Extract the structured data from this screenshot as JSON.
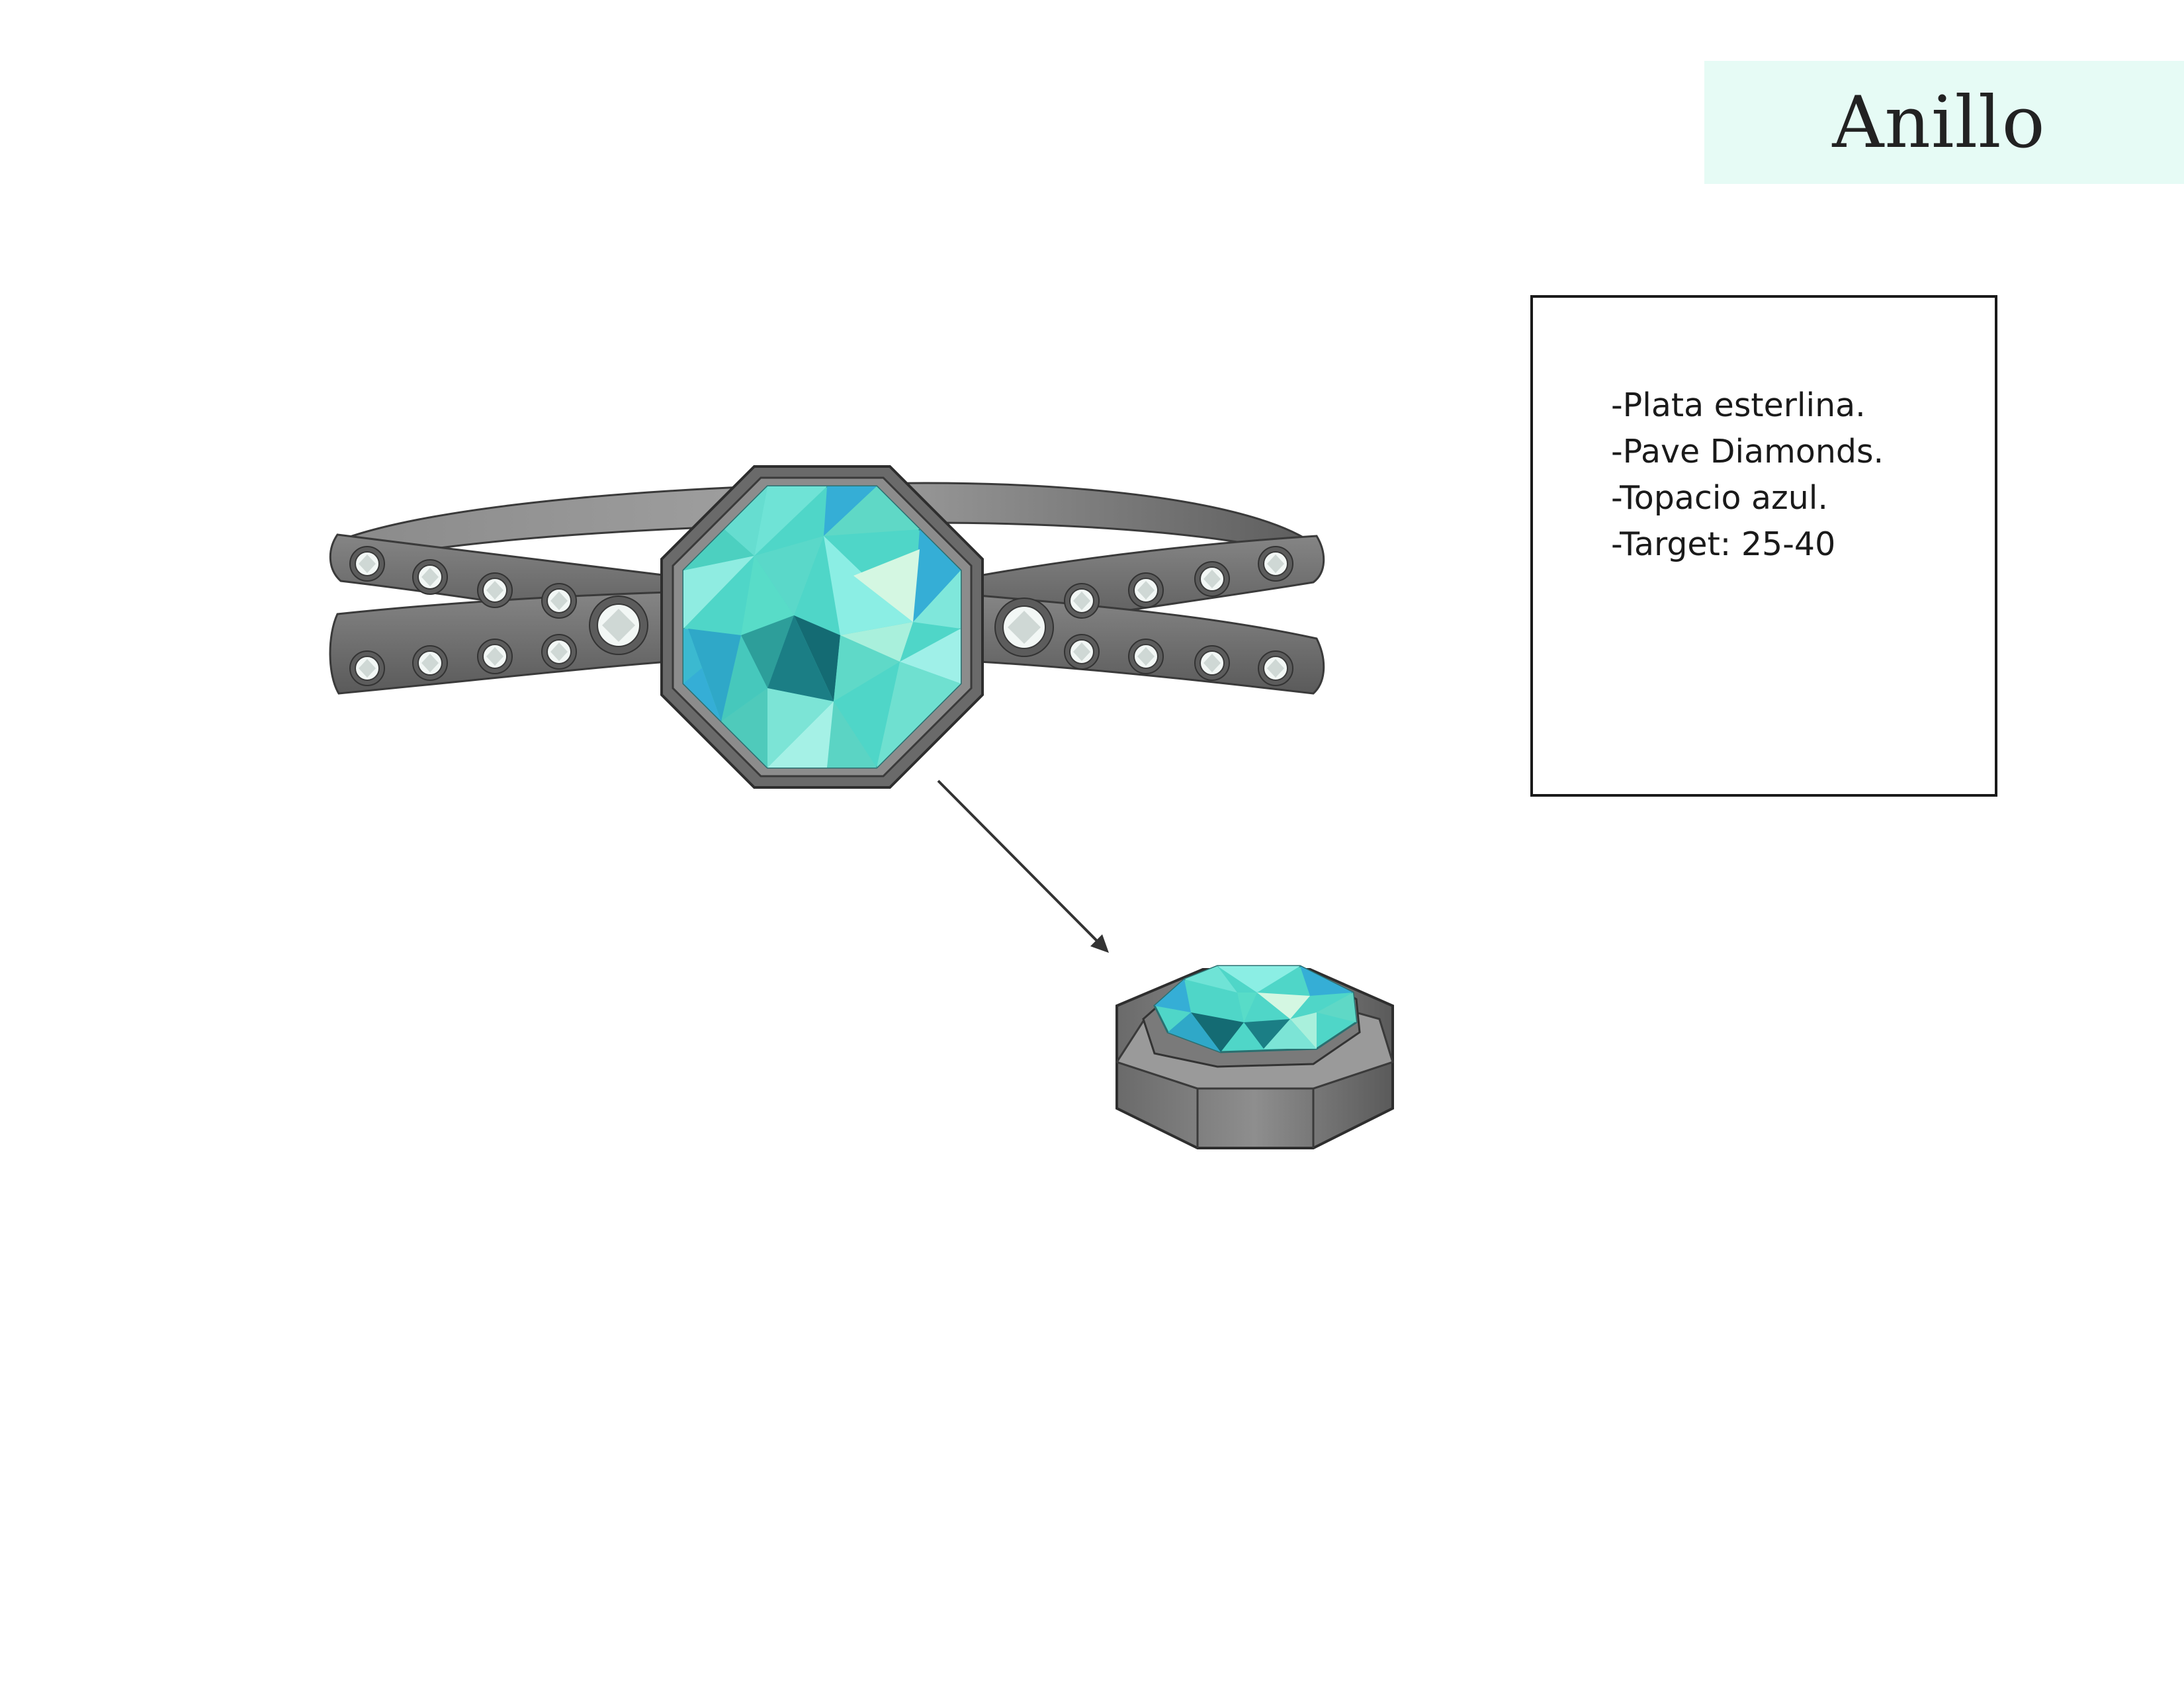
{
  "title": "Anillo",
  "notes": [
    "-Plata esterlina.",
    "-Pave Diamonds.",
    "-Topacio azul.",
    "-Target: 25-40"
  ],
  "colors": {
    "banner": "#e6fbf5",
    "metal_dark": "#4a4a4a",
    "metal_mid": "#6e6e6e",
    "metal_light": "#9a9a9a",
    "gem_teal": "#4fd6c8",
    "gem_blue": "#35aed6",
    "gem_dark": "#146b73",
    "gem_pale": "#c9f5e3",
    "diamond": "#f2f7f5"
  },
  "icons": {
    "ring": "ring-illustration",
    "gem": "topaz-gem",
    "detail": "bezel-setting-detail",
    "arrow": "pointer-arrow"
  }
}
